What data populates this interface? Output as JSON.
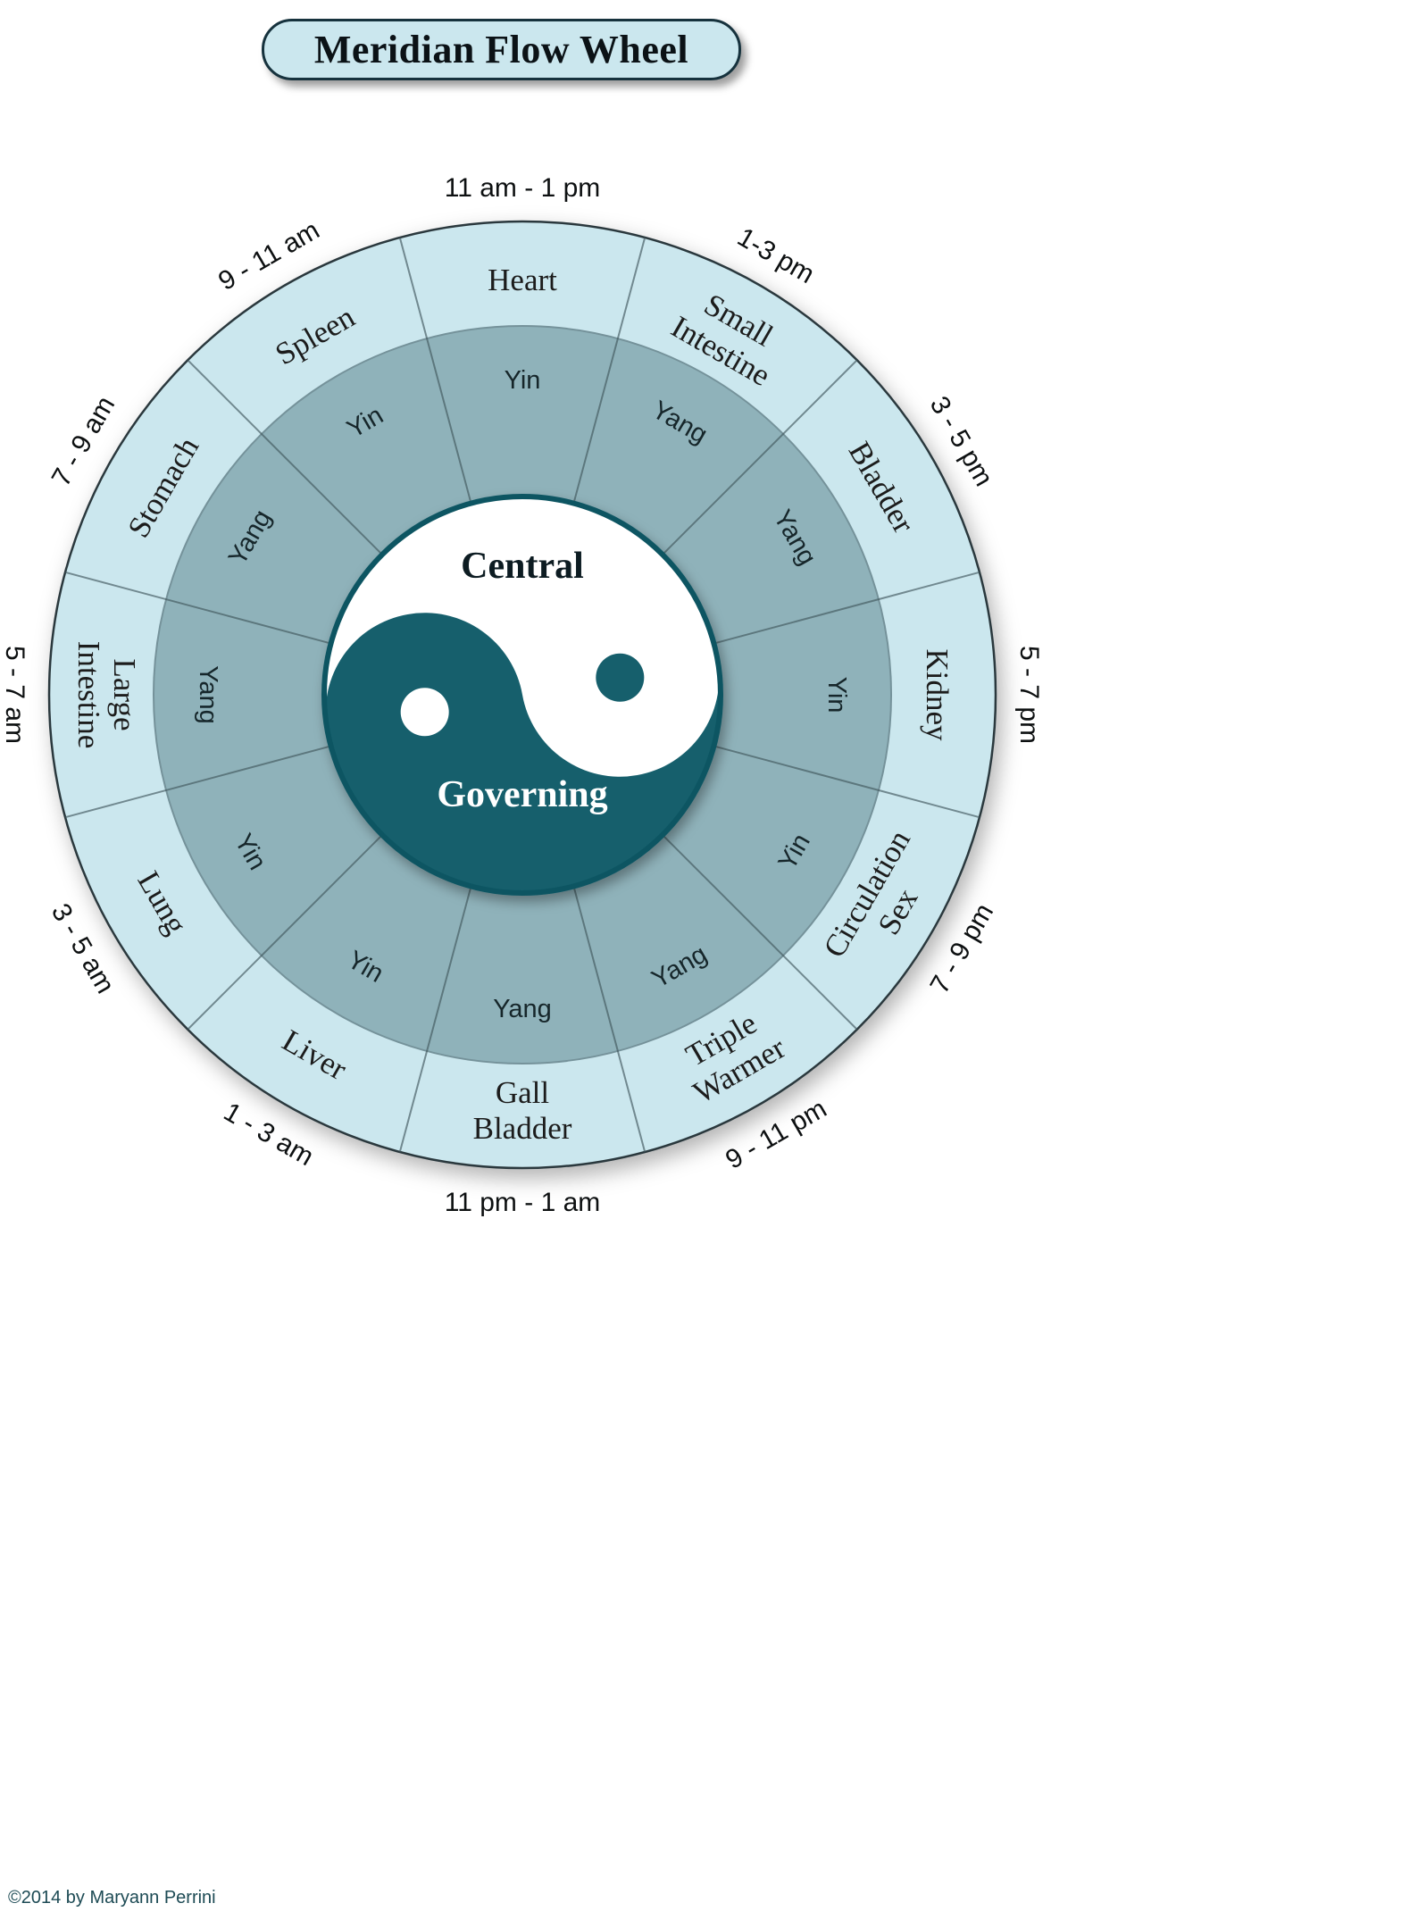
{
  "title": "Meridian Flow Wheel",
  "copyright": "©2014 by Maryann Perrini",
  "colors": {
    "outer_ring": "#cbe7ee",
    "inner_ring": "#8fb2ba",
    "center_dark": "#135f6c",
    "center_light": "#ffffff",
    "center_border": "#0e5562",
    "outer_stroke": "#2a383d",
    "divider": "#42585e",
    "ring_boundary": "#74929a",
    "title_bg": "#cbe7ee",
    "title_border": "#16323d",
    "text_dark": "#1d1d1b",
    "copyright_color": "#1c4a54"
  },
  "chart_data": {
    "type": "radial-wheel",
    "description": "12 meridian segments arranged clockwise from top; outer ring shows meridian names, middle ring shows Yin/Yang polarity, labels outside the wheel show 2-hour time periods; center is a yin-yang symbol labeled Central (light half) and Governing (dark half).",
    "segments": [
      {
        "name": [
          "Heart"
        ],
        "polarity": "Yin",
        "time": "11 am - 1 pm",
        "mid_angle_deg": 0
      },
      {
        "name": [
          "Small",
          "Intestine"
        ],
        "polarity": "Yang",
        "time": "1-3 pm",
        "mid_angle_deg": 30
      },
      {
        "name": [
          "Bladder"
        ],
        "polarity": "Yang",
        "time": "3 - 5 pm",
        "mid_angle_deg": 60
      },
      {
        "name": [
          "Kidney"
        ],
        "polarity": "Yin",
        "time": "5 - 7 pm",
        "mid_angle_deg": 90
      },
      {
        "name": [
          "Circulation",
          "Sex"
        ],
        "polarity": "Yin",
        "time": "7 - 9 pm",
        "mid_angle_deg": 120
      },
      {
        "name": [
          "Triple",
          "Warmer"
        ],
        "polarity": "Yang",
        "time": "9 - 11 pm",
        "mid_angle_deg": 150
      },
      {
        "name": [
          "Gall",
          "Bladder"
        ],
        "polarity": "Yang",
        "time": "11 pm - 1 am",
        "mid_angle_deg": 180
      },
      {
        "name": [
          "Liver"
        ],
        "polarity": "Yin",
        "time": "1 - 3 am",
        "mid_angle_deg": 210
      },
      {
        "name": [
          "Lung"
        ],
        "polarity": "Yin",
        "time": "3 - 5 am",
        "mid_angle_deg": 240
      },
      {
        "name": [
          "Large",
          "Intestine"
        ],
        "polarity": "Yang",
        "time": "5 - 7 am",
        "mid_angle_deg": 270
      },
      {
        "name": [
          "Stomach"
        ],
        "polarity": "Yang",
        "time": "7 - 9 am",
        "mid_angle_deg": 300
      },
      {
        "name": [
          "Spleen"
        ],
        "polarity": "Yin",
        "time": "9 - 11 am",
        "mid_angle_deg": 330
      }
    ],
    "center": {
      "top_label": "Central",
      "bottom_label": "Governing",
      "symbol": "yin-yang"
    }
  }
}
